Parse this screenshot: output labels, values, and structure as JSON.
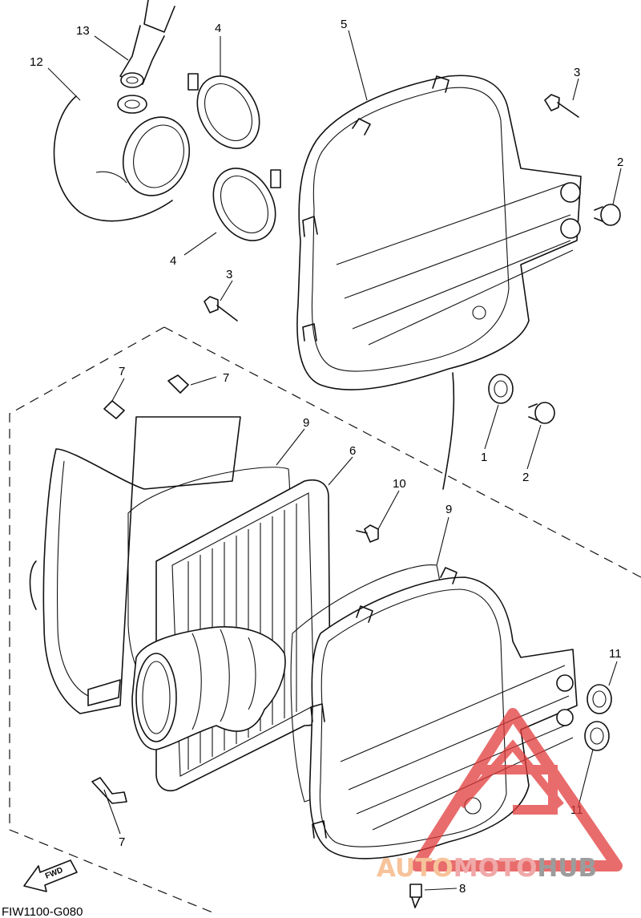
{
  "diagram_code": "FIW1100-G080",
  "fwd_label": "FWD",
  "callouts": [
    "13",
    "4",
    "5",
    "12",
    "3",
    "2",
    "4",
    "3",
    "7",
    "7",
    "9",
    "6",
    "10",
    "1",
    "2",
    "9",
    "11",
    "11",
    "7",
    "8"
  ],
  "watermark": {
    "part1": "AUTO",
    "part2": "MOTO",
    "part3": "HUB",
    "color_auto": "#f7c39a",
    "color_moto": "#f0a8a8",
    "color_hub": "#9c9c9c",
    "logo_color": "#e23b3b"
  }
}
